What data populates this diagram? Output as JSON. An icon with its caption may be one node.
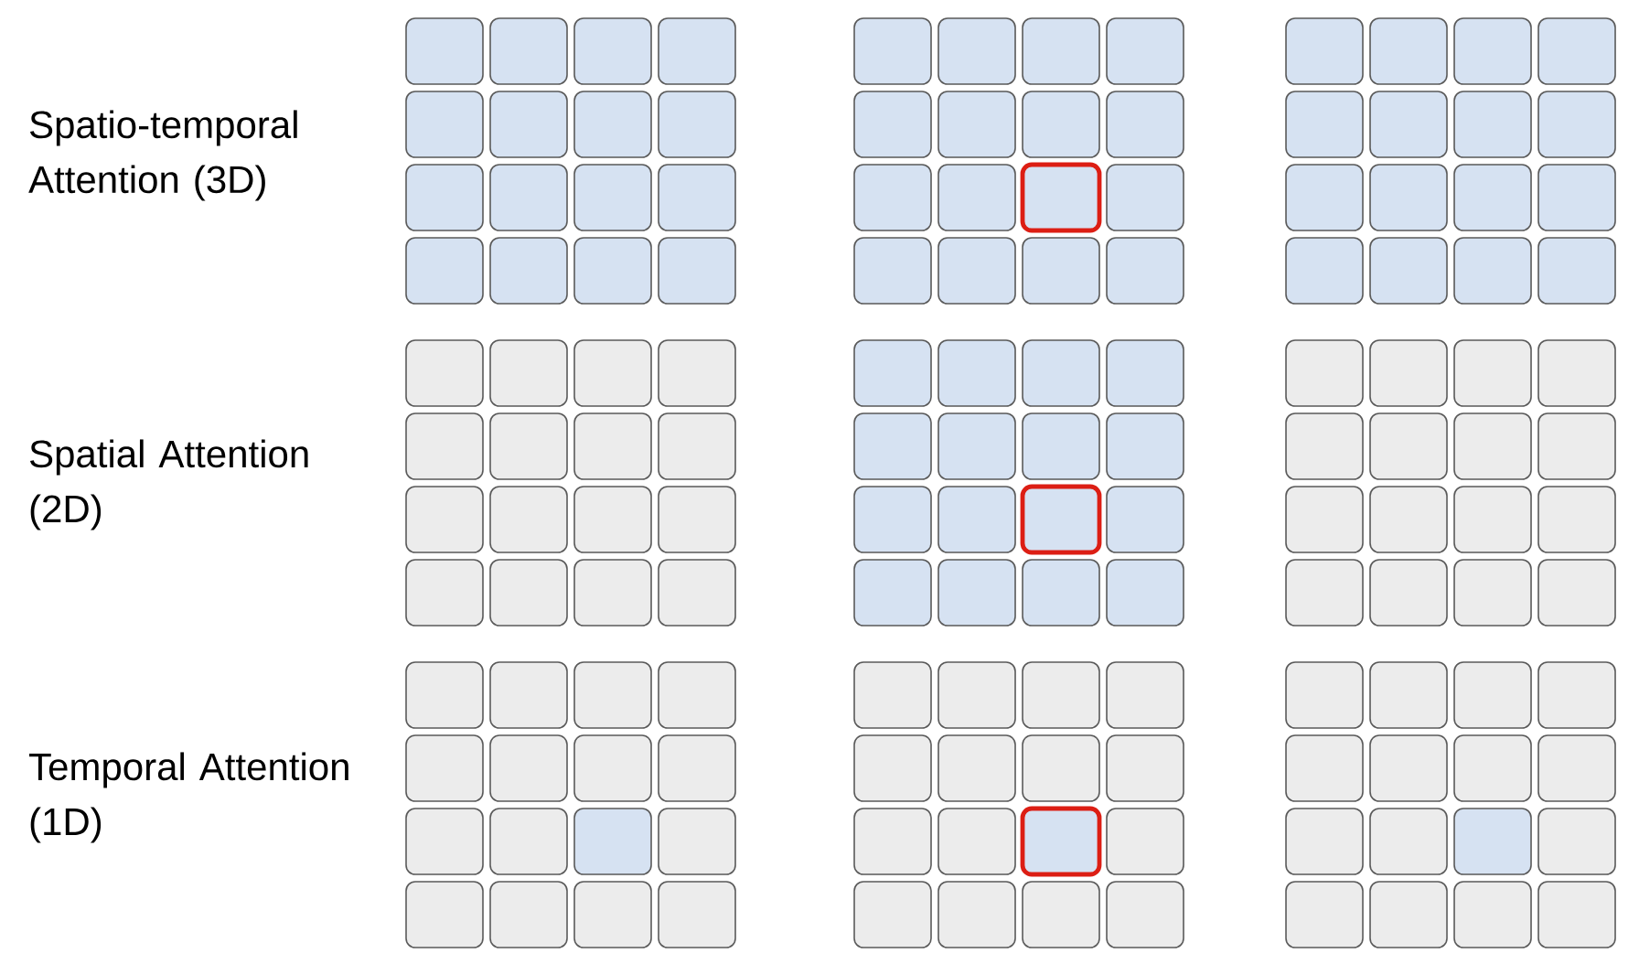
{
  "diagram": {
    "labels": [
      "Spatio-temporal Attention (3D)",
      "Spatial Attention (2D)",
      "Temporal Attention (1D)"
    ]
  }
}
